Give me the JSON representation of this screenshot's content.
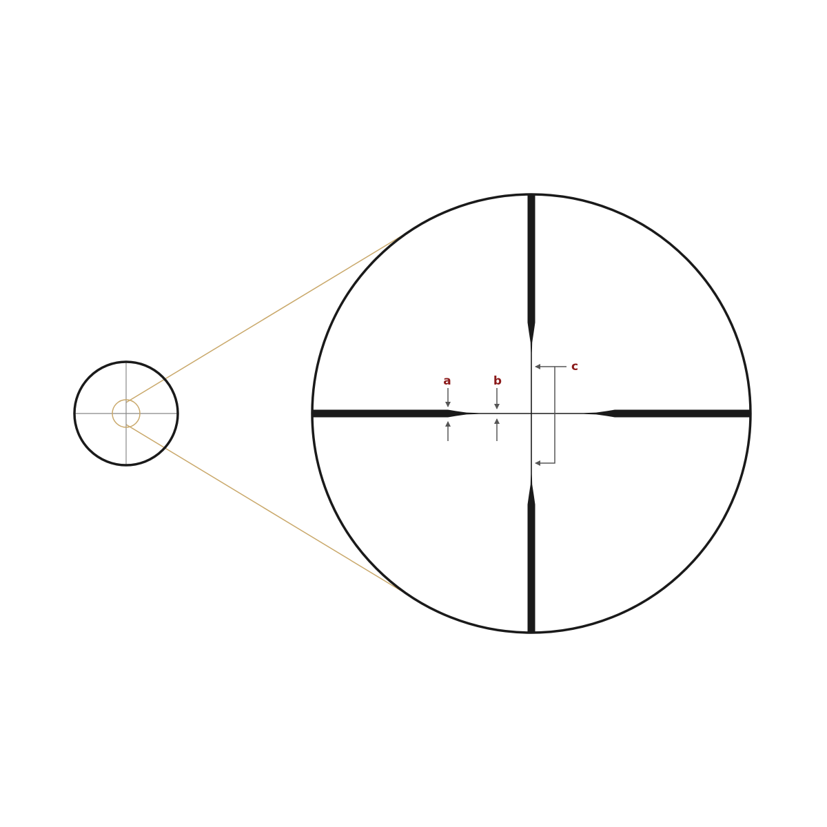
{
  "colors": {
    "background": "#ffffff",
    "reticle": "#1a1a1a",
    "zoom_lines": "#c9a86a",
    "arrows": "#555555",
    "label": "#8b1a1a"
  },
  "labels": {
    "a": "a",
    "b": "b",
    "c": "c"
  }
}
